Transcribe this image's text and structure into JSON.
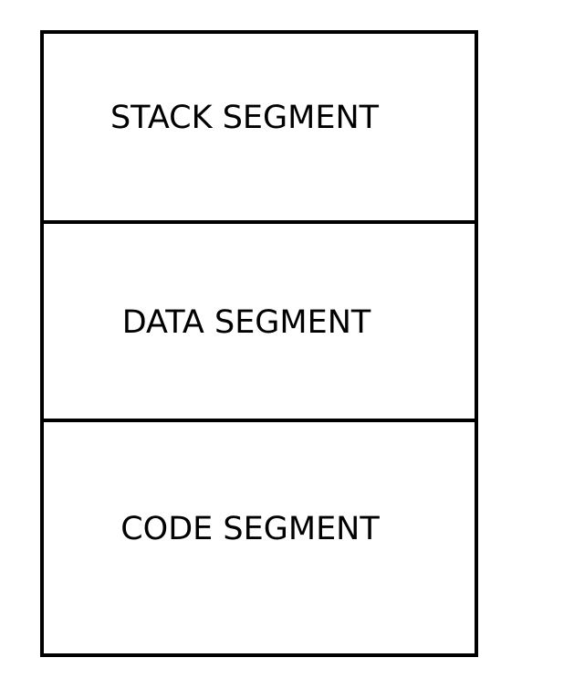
{
  "segments": [
    {
      "label": "STACK SEGMENT"
    },
    {
      "label": "DATA SEGMENT"
    },
    {
      "label": "CODE SEGMENT"
    }
  ],
  "colors": {
    "stroke": "#000000",
    "background": "#ffffff",
    "text": "#000000"
  }
}
